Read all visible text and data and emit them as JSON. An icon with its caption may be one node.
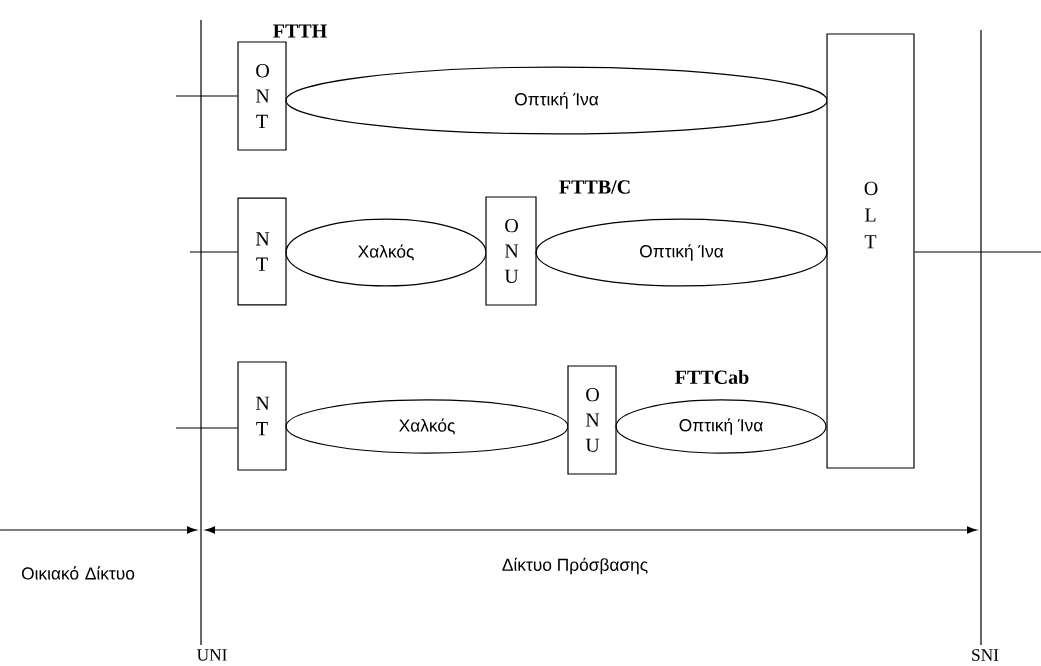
{
  "diagram": {
    "nodes": [
      {
        "text": [
          "O N T"
        ]
      },
      {
        "text": [
          "Οπτική Ίνα"
        ]
      },
      {
        "text": [
          "O L T"
        ]
      },
      {
        "text": [
          "N T"
        ]
      },
      {
        "text": [
          "Χαλκός"
        ]
      },
      {
        "text": [
          "O N U"
        ]
      },
      {
        "text": [
          "Οπτική Ίνα"
        ]
      },
      {
        "text": [
          "N T"
        ]
      },
      {
        "text": [
          "Χαλκός"
        ]
      },
      {
        "text": [
          "O N U"
        ]
      },
      {
        "text": [
          "Οπτική Ίνα"
        ]
      }
    ],
    "edges": [
      {
        "from": null,
        "to": 0,
        "arrow": "none"
      },
      {
        "from": null,
        "to": 3,
        "arrow": "none"
      },
      {
        "from": null,
        "to": 7,
        "arrow": "none"
      },
      {
        "from": 2,
        "to": null,
        "arrow": "none"
      }
    ],
    "labels": [
      "FTTH",
      "FTTB/C",
      "FTTCab",
      "Οικιακό Δίκτυο",
      "Δίκτυο Πρόσβασης",
      "UNI",
      "SNI"
    ]
  }
}
